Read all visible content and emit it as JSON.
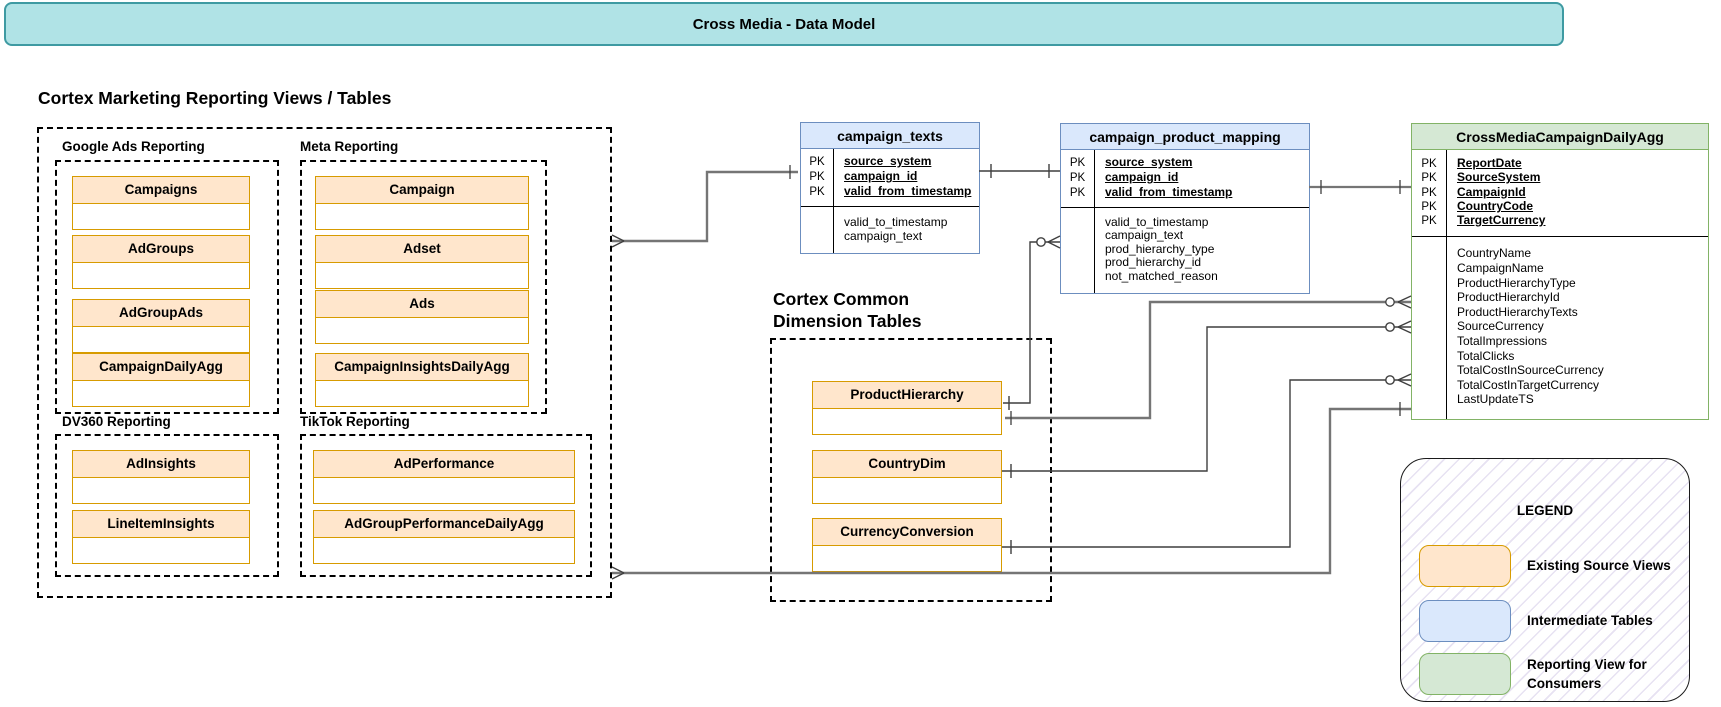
{
  "title_bar": {
    "title": "Cross Media - Data Model"
  },
  "colors": {
    "banner_fill": "#b0e3e6",
    "banner_border": "#3e9aa2",
    "source_view_fill": "#ffe6cc",
    "source_view_border": "#d79b00",
    "intermediate_fill": "#dae8fc",
    "intermediate_border": "#6c8ebf",
    "reporting_fill": "#d5e8d4",
    "reporting_border": "#82b366"
  },
  "marketing_section": {
    "heading": "Cortex Marketing Reporting Views / Tables",
    "groups": [
      {
        "label": "Google Ads Reporting",
        "entities": [
          "Campaigns",
          "AdGroups",
          "AdGroupAds",
          "CampaignDailyAgg"
        ]
      },
      {
        "label": "Meta Reporting",
        "entities": [
          "Campaign",
          "Adset",
          "Ads",
          "CampaignInsightsDailyAgg"
        ]
      },
      {
        "label": "DV360 Reporting",
        "entities": [
          "AdInsights",
          "LineItemInsights"
        ]
      },
      {
        "label": "TikTok Reporting",
        "entities": [
          "AdPerformance",
          "AdGroupPerformanceDailyAgg"
        ]
      }
    ]
  },
  "dimension_section": {
    "heading_line1": "Cortex Common",
    "heading_line2": "Dimension Tables",
    "entities": [
      "ProductHierarchy",
      "CountryDim",
      "CurrencyConversion"
    ]
  },
  "tables": {
    "pk_label": "PK",
    "campaign_texts": {
      "title": "campaign_texts",
      "pk_fields": [
        "source_system",
        "campaign_id",
        "valid_from_timestamp"
      ],
      "fields": [
        "valid_to_timestamp",
        "campaign_text"
      ]
    },
    "campaign_product_mapping": {
      "title": "campaign_product_mapping",
      "pk_fields": [
        "source_system",
        "campaign_id",
        "valid_from_timestamp"
      ],
      "fields": [
        "valid_to_timestamp",
        "campaign_text",
        "prod_hierarchy_type",
        "prod_hierarchy_id",
        "not_matched_reason"
      ]
    },
    "cross_media_campaign_daily_agg": {
      "title": "CrossMediaCampaignDailyAgg",
      "pk_fields": [
        "ReportDate",
        "SourceSystem",
        "CampaignId",
        "CountryCode",
        "TargetCurrency"
      ],
      "fields": [
        "CountryName",
        "CampaignName",
        "ProductHierarchyType",
        "ProductHierarchyId",
        "ProductHierarchyTexts",
        "SourceCurrency",
        "TotalImpressions",
        "TotalClicks",
        "TotalCostInSourceCurrency",
        "TotalCostInTargetCurrency",
        "LastUpdateTS"
      ]
    }
  },
  "legend": {
    "title": "LEGEND",
    "items": [
      {
        "label": "Existing Source Views",
        "swatch": "orange"
      },
      {
        "label": "Intermediate Tables",
        "swatch": "blue"
      },
      {
        "label": "Reporting View for Consumers",
        "swatch": "green"
      }
    ]
  }
}
